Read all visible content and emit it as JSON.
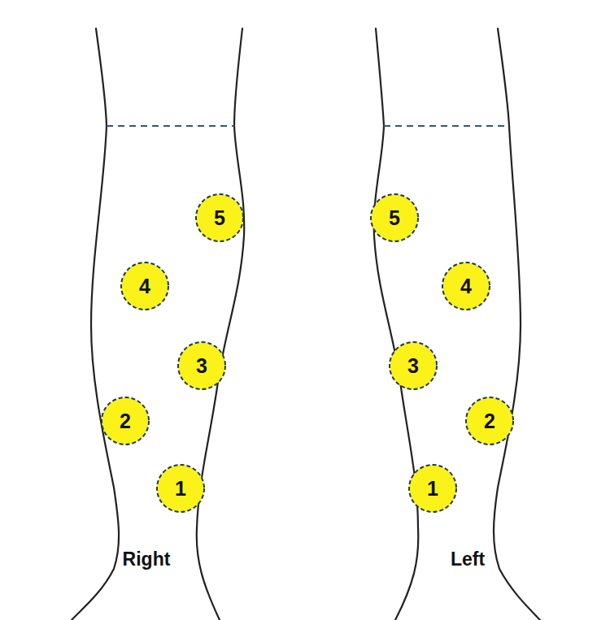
{
  "diagram": {
    "nodes": [
      {
        "text": [
          "5"
        ]
      },
      {
        "text": [
          "4"
        ]
      },
      {
        "text": [
          "3"
        ]
      },
      {
        "text": [
          "2"
        ]
      },
      {
        "text": [
          "1"
        ]
      },
      {
        "text": [
          "5"
        ]
      },
      {
        "text": [
          "4"
        ]
      },
      {
        "text": [
          "3"
        ]
      },
      {
        "text": [
          "2"
        ]
      },
      {
        "text": [
          "1"
        ]
      }
    ],
    "labels": [
      "Right",
      "Left"
    ]
  }
}
